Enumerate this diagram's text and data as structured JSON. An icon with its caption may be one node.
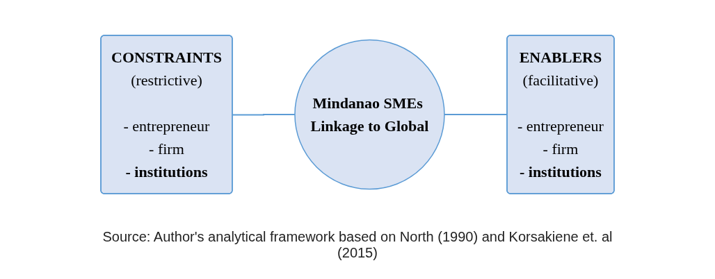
{
  "diagram": {
    "caption": "Source: Author's analytical framework based on North (1990) and Korsakiene et. al (2015)",
    "nodes": [
      {
        "text": [
          "**CONSTRAINTS**",
          "(restrictive)",
          "- entrepreneur",
          "- firm",
          "**- institutions**"
        ]
      },
      {
        "text": [
          "Mindanao SMEs Linkage to Global"
        ]
      },
      {
        "text": [
          "**ENABLERS**",
          "(facilitative)",
          "- entrepreneur",
          "- firm",
          "**- institutions**"
        ]
      }
    ],
    "edges": [
      {
        "from": 0,
        "to": 1,
        "arrow": "none"
      },
      {
        "from": 1,
        "to": 2,
        "arrow": "none"
      }
    ]
  }
}
